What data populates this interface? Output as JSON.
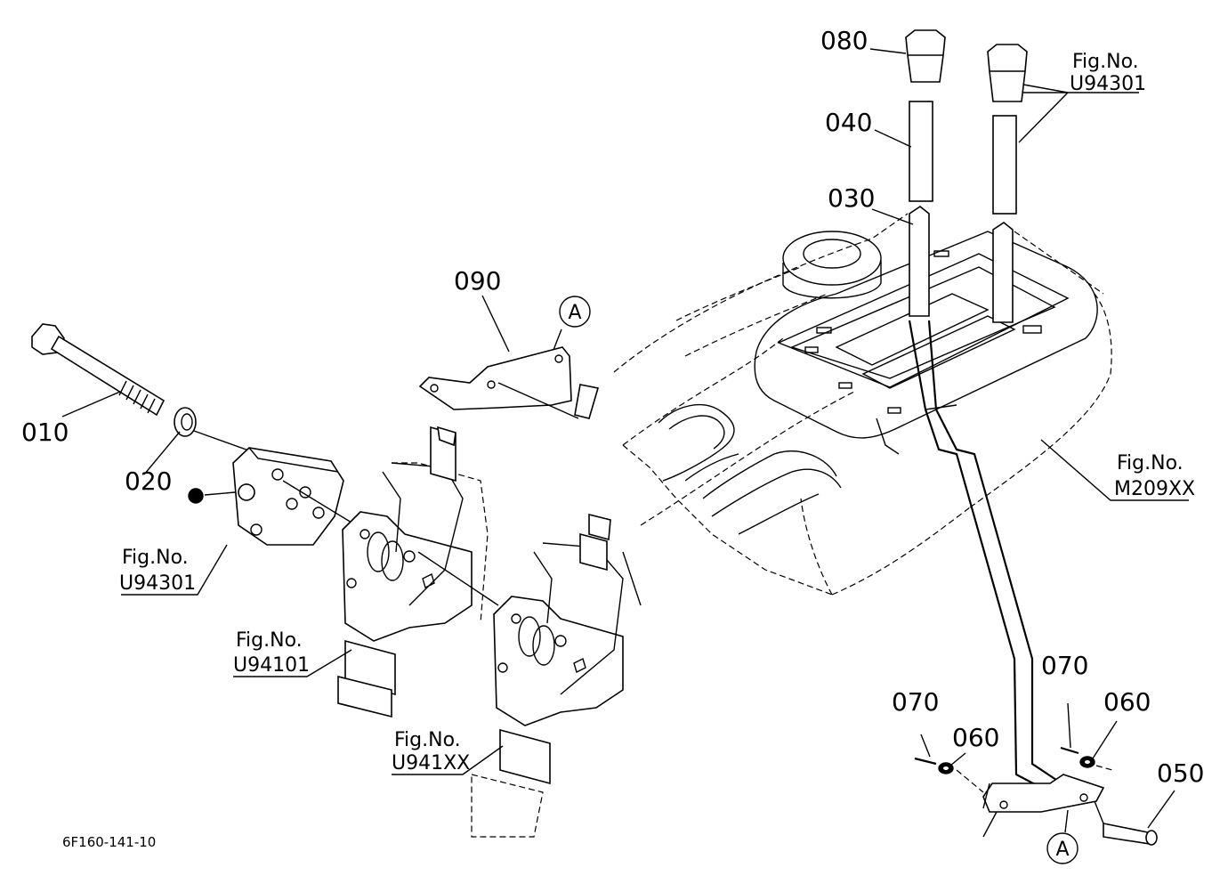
{
  "parts": {
    "p080": "080",
    "p040": "040",
    "p030": "030",
    "p090": "090",
    "p010": "010",
    "p020": "020",
    "p070a": "070",
    "p070b": "070",
    "p060a": "060",
    "p060b": "060",
    "p050": "050"
  },
  "refs": {
    "a_top": "A",
    "a_bottom": "A"
  },
  "figrefs": {
    "top_right": {
      "title": "Fig.No.",
      "code": "U94301"
    },
    "right_mid": {
      "title": "Fig.No.",
      "code": "M209XX"
    },
    "left": {
      "title": "Fig.No.",
      "code": "U94301"
    },
    "center": {
      "title": "Fig.No.",
      "code": "U94101"
    },
    "center_low": {
      "title": "Fig.No.",
      "code": "U941XX"
    }
  },
  "drawing_number": "6F160-141-10"
}
